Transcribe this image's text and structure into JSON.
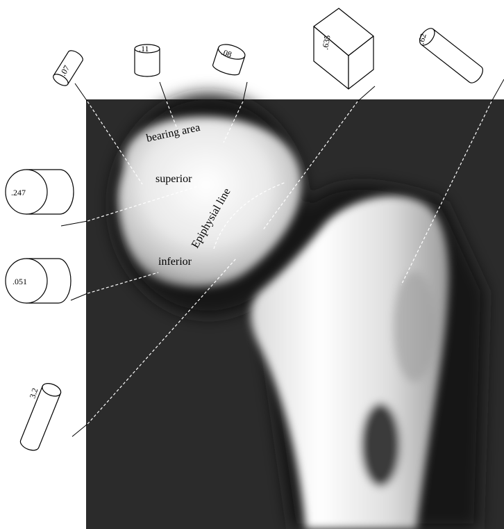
{
  "labels": {
    "bearing_area": "bearing area",
    "superior": "superior",
    "epiphysial_line": "Epiphysial line",
    "inferior": "inferior"
  },
  "specimens": {
    "s07": ".07",
    "s11": ".11",
    "s08": ".08",
    "s635": ".635",
    "s62": ".62",
    "s247": ".247",
    "s051": ".051",
    "s32": "3.2"
  },
  "colors": {
    "background": "#2b2b2b",
    "bone_light": "#f2f2f2",
    "line": "#000000",
    "dashed": "#ffffff"
  }
}
